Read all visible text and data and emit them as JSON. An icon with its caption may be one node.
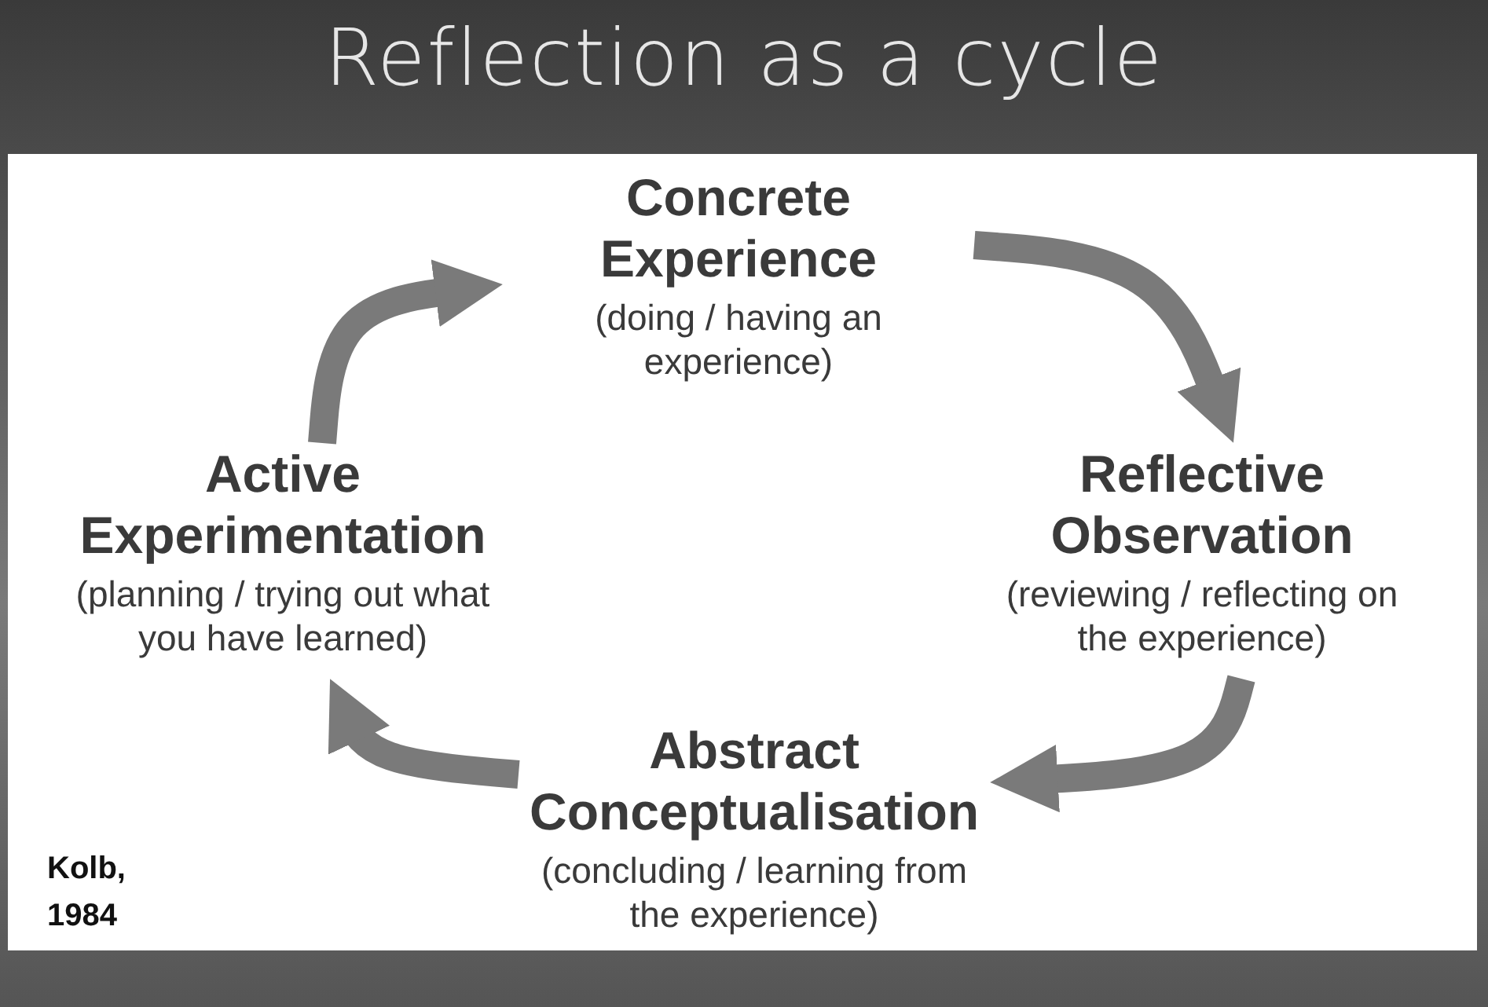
{
  "diagram": {
    "title": "Reflection as a cycle",
    "nodes": [
      {
        "text": [
          "Concrete Experience",
          "(doing / having an experience)"
        ]
      },
      {
        "text": [
          "Reflective Observation",
          "(reviewing / reflecting on the experience)"
        ]
      },
      {
        "text": [
          "Abstract Conceptualisation",
          "(concluding / learning from the experience)"
        ]
      },
      {
        "text": [
          "Active Experimentation",
          "(planning / trying out what you have learned)"
        ]
      }
    ],
    "edges": [
      {
        "from": 0,
        "to": 1,
        "arrow": "to"
      },
      {
        "from": 1,
        "to": 2,
        "arrow": "to"
      },
      {
        "from": 2,
        "to": 3,
        "arrow": "to"
      },
      {
        "from": 3,
        "to": 0,
        "arrow": "to"
      }
    ],
    "labels": [
      "Kolb, 1984"
    ]
  }
}
